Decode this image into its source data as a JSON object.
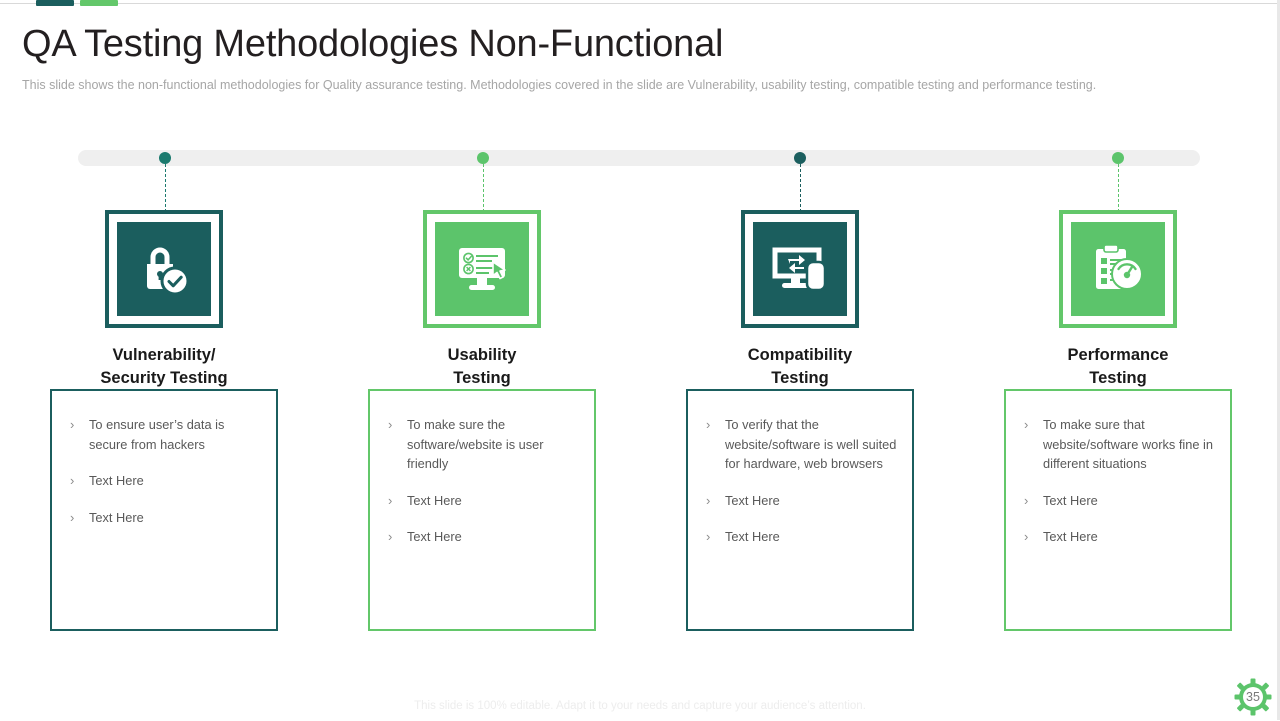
{
  "header": {
    "title": "QA Testing Methodologies Non-Functional",
    "subtitle": "This slide shows the non-functional methodologies for Quality assurance testing. Methodologies  covered in the slide are Vulnerability,  usability testing, compatible testing and performance testing."
  },
  "colors": {
    "teal": "#1b5e5e",
    "green": "#63c76a",
    "icon_green": "#5cc46b",
    "timeline_bar": "#efefef",
    "body_text": "#595959",
    "heading_text": "#1a1a1a",
    "subtitle_text": "#a6a6a6"
  },
  "bullet_marker": "›",
  "columns": [
    {
      "heading": "Vulnerability/\nSecurity Testing",
      "heading_line1": "Vulnerability/",
      "heading_line2": "Security Testing",
      "icon": "lock-check-icon",
      "accent": "teal",
      "dot_color": "#1b7a6e",
      "bullets": [
        "To ensure user’s data is secure from hackers",
        "Text Here",
        "Text Here"
      ]
    },
    {
      "heading": "Usability\nTesting",
      "heading_line1": "Usability",
      "heading_line2": "Testing",
      "icon": "monitor-checklist-cursor-icon",
      "accent": "green",
      "dot_color": "#5cc46b",
      "bullets": [
        "To make sure the software/website is user friendly",
        "Text Here",
        "Text Here"
      ]
    },
    {
      "heading": "Compatibility\nTesting",
      "heading_line1": "Compatibility",
      "heading_line2": "Testing",
      "icon": "monitor-mobile-sync-icon",
      "accent": "teal",
      "dot_color": "#1b5e5e",
      "bullets": [
        "To verify that the website/software is well suited for hardware, web browsers",
        "Text Here",
        "Text Here"
      ]
    },
    {
      "heading": "Performance\nTesting",
      "heading_line1": "Performance",
      "heading_line2": "Testing",
      "icon": "clipboard-gauge-icon",
      "accent": "green",
      "dot_color": "#5cc46b",
      "bullets": [
        "To make sure that website/software works fine in different situations",
        "Text Here",
        "Text Here"
      ]
    }
  ],
  "footer": {
    "note": "This slide is 100% editable. Adapt it to your needs and capture your audience’s attention.",
    "page_number": "35"
  }
}
